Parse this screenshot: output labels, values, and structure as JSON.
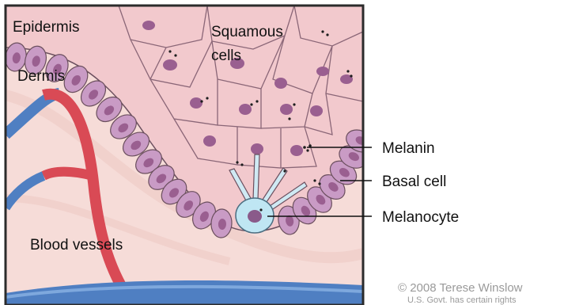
{
  "labels": {
    "epidermis": "Epidermis",
    "dermis": "Dermis",
    "squamous_line1": "Squamous",
    "squamous_line2": "cells",
    "blood_vessels": "Blood vessels",
    "melanin": "Melanin",
    "basal_cell": "Basal cell",
    "melanocyte": "Melanocyte"
  },
  "credit": {
    "line1": "© 2008 Terese Winslow",
    "line2": "U.S. Govt. has certain rights"
  },
  "colors": {
    "dermis_bg": "#f6dcd8",
    "epidermis_fill": "#f2c9cd",
    "cell_border": "#6b4f5e",
    "basal_cell_fill": "#c99bc5",
    "nucleus": "#9a5f90",
    "melanin_dot": "#1d1d1d",
    "melanocyte_fill": "#bfe6f3",
    "artery_red": "#d94a55",
    "vein_blue": "#4f7fc2",
    "frame": "#2b2b2b"
  }
}
